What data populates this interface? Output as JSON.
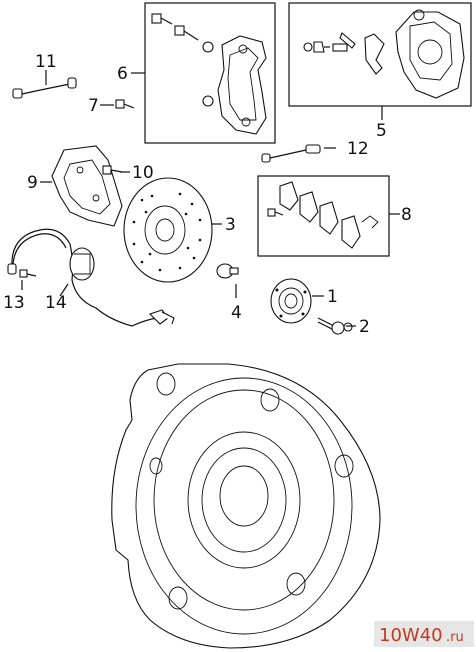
{
  "callouts": {
    "c1": "1",
    "c2": "2",
    "c3": "3",
    "c4": "4",
    "c5": "5",
    "c6": "6",
    "c7": "7",
    "c8": "8",
    "c9": "9",
    "c10": "10",
    "c11": "11",
    "c12": "12",
    "c13": "13",
    "c14": "14"
  },
  "watermark": {
    "main": "10W40",
    "suffix": ".ru"
  }
}
